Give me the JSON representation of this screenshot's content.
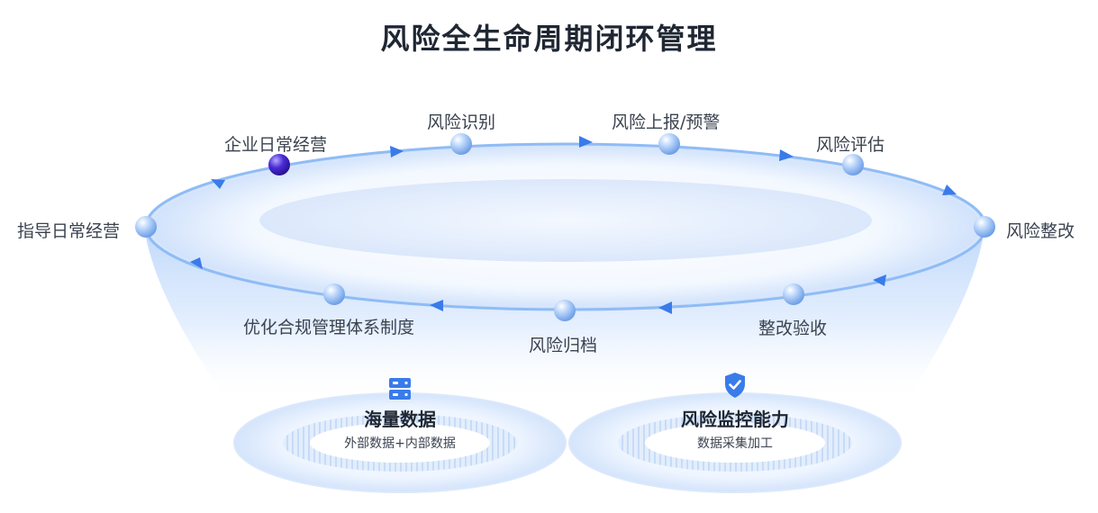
{
  "title": "风险全生命周期闭环管理",
  "stages": {
    "enterprise_operation": "企业日常经营",
    "identification": "风险识别",
    "reporting_warning": "风险上报/预警",
    "assessment": "风险评估",
    "rectification": "风险整改",
    "acceptance": "整改验收",
    "archiving": "风险归档",
    "optimize_system": "优化合规管理体系制度",
    "guide_operation": "指导日常经营"
  },
  "pillars": {
    "data": {
      "title": "海量数据",
      "subtitle": "外部数据+内部数据",
      "icon": "database-server-icon"
    },
    "monitor": {
      "title": "风险监控能力",
      "subtitle": "数据采集加工",
      "icon": "shield-check-icon"
    }
  },
  "colors": {
    "accent": "#3a7bea",
    "ring": "#8fbcf5",
    "active_node": "#4a2bd8",
    "node": "#a9c9f8"
  }
}
